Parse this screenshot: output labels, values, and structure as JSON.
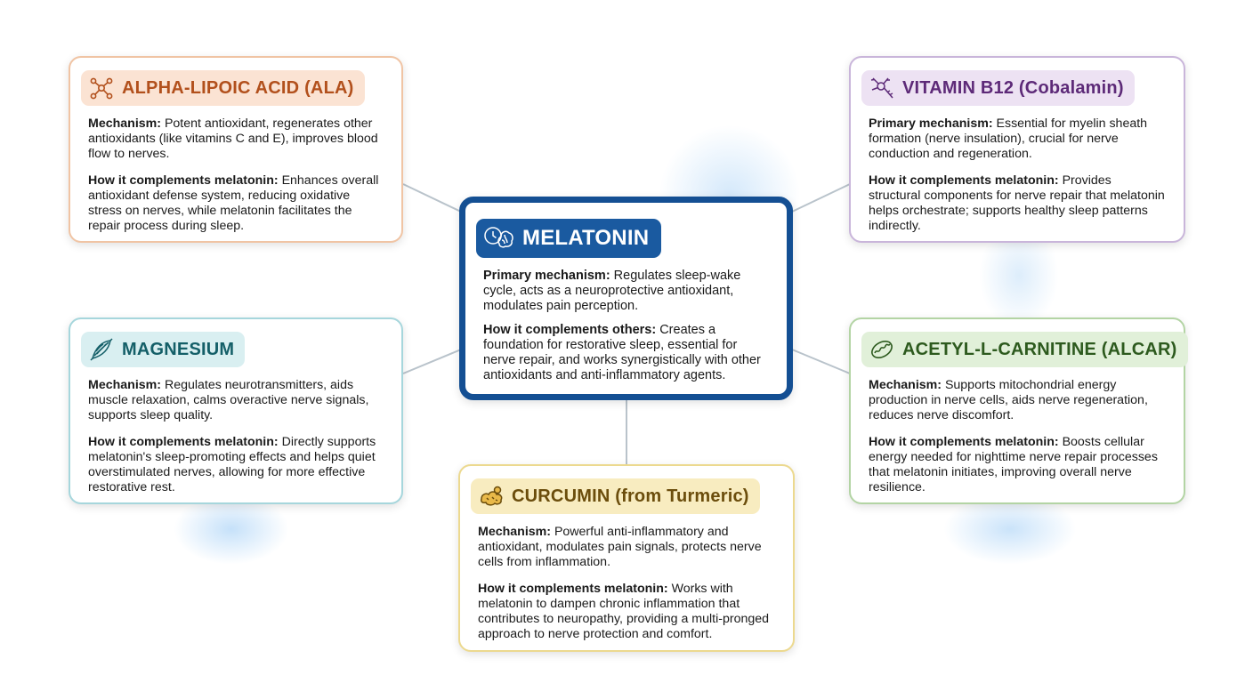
{
  "colors": {
    "ala": "#b2501c",
    "b12": "#5d2a78",
    "melatonin": "#144f93",
    "magnesium": "#145f68",
    "alcar": "#2d5a1e",
    "curcumin": "#6b4d0c",
    "connector": "#b9c3cb"
  },
  "cards": {
    "ala": {
      "icon": "molecule-icon",
      "title": "ALPHA-LIPOIC ACID (ALA)",
      "mechanism_label": "Mechanism:",
      "mechanism_text": " Potent antioxidant, regenerates other antioxidants (like vitamins C and E), improves blood flow to nerves.",
      "complement_label": "How it complements melatonin:",
      "complement_text": " Enhances overall antioxidant defense system, reducing oxidative stress on nerves, while melatonin facilitates the repair process during sleep."
    },
    "b12": {
      "icon": "neuron-icon",
      "title": "VITAMIN B12 (Cobalamin)",
      "mechanism_label": "Primary mechanism:",
      "mechanism_text": " Essential for myelin sheath formation (nerve insulation), crucial for nerve conduction and regeneration.",
      "complement_label": "How it complements melatonin:",
      "complement_text": " Provides structural components for nerve repair that melatonin helps orchestrate; supports healthy sleep patterns indirectly."
    },
    "melatonin": {
      "icon": "clock-brain-icon",
      "title": "MELATONIN",
      "mechanism_label": "Primary mechanism:",
      "mechanism_text": " Regulates sleep-wake cycle, acts as a neuroprotective antioxidant, modulates pain perception.",
      "complement_label": "How it complements others:",
      "complement_text": " Creates a foundation for restorative sleep, essential for nerve repair, and works synergistically with other antioxidants and anti-inflammatory agents."
    },
    "magnesium": {
      "icon": "muscle-fiber-icon",
      "title": "MAGNESIUM",
      "mechanism_label": "Mechanism:",
      "mechanism_text": " Regulates neurotransmitters, aids muscle relaxation, calms overactive nerve signals, supports sleep quality.",
      "complement_label": "How it complements melatonin:",
      "complement_text": " Directly supports melatonin's sleep-promoting effects and helps quiet overstimulated nerves, allowing for more effective restorative rest."
    },
    "alcar": {
      "icon": "mitochondria-icon",
      "title": "ACETYL-L-CARNITINE (ALCAR)",
      "mechanism_label": "Mechanism:",
      "mechanism_text": " Supports mitochondrial energy production in nerve cells, aids nerve regeneration, reduces nerve discomfort.",
      "complement_label": "How it complements melatonin:",
      "complement_text": " Boosts cellular energy needed for nighttime nerve repair processes that melatonin initiates, improving overall nerve resilience."
    },
    "curcumin": {
      "icon": "turmeric-root-icon",
      "title": "CURCUMIN (from Turmeric)",
      "mechanism_label": "Mechanism:",
      "mechanism_text": " Powerful anti-inflammatory and antioxidant, modulates pain signals, protects nerve cells from inflammation.",
      "complement_label": "How it complements melatonin:",
      "complement_text": " Works with melatonin to dampen chronic inflammation that contributes to neuropathy, providing a multi-pronged approach to nerve protection and comfort."
    }
  }
}
